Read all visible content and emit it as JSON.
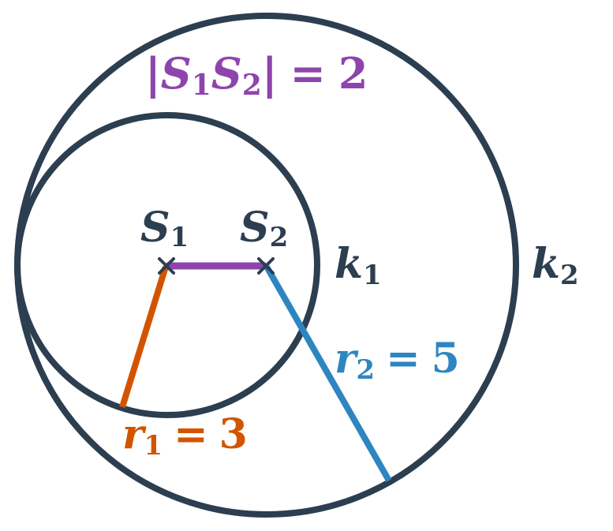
{
  "colors": {
    "circle": "#2c3e50",
    "r1": "#d35400",
    "r2": "#2e86c1",
    "distance": "#8e44ad",
    "text_dark": "#2c3e50"
  },
  "centers": {
    "s1": {
      "name": "S",
      "sub": "1"
    },
    "s2": {
      "name": "S",
      "sub": "2"
    }
  },
  "circles": {
    "k1": {
      "name": "k",
      "sub": "1",
      "radius": 3
    },
    "k2": {
      "name": "k",
      "sub": "2",
      "radius": 5
    }
  },
  "radii": {
    "r1": {
      "name": "r",
      "sub": "1",
      "eq": "=",
      "value": "3"
    },
    "r2": {
      "name": "r",
      "sub": "2",
      "eq": "=",
      "value": "5"
    }
  },
  "distance": {
    "bar_left": "|",
    "p1": "S",
    "p1_sub": "1",
    "p2": "S",
    "p2_sub": "2",
    "bar_right": "|",
    "eq": "=",
    "value": "2"
  }
}
